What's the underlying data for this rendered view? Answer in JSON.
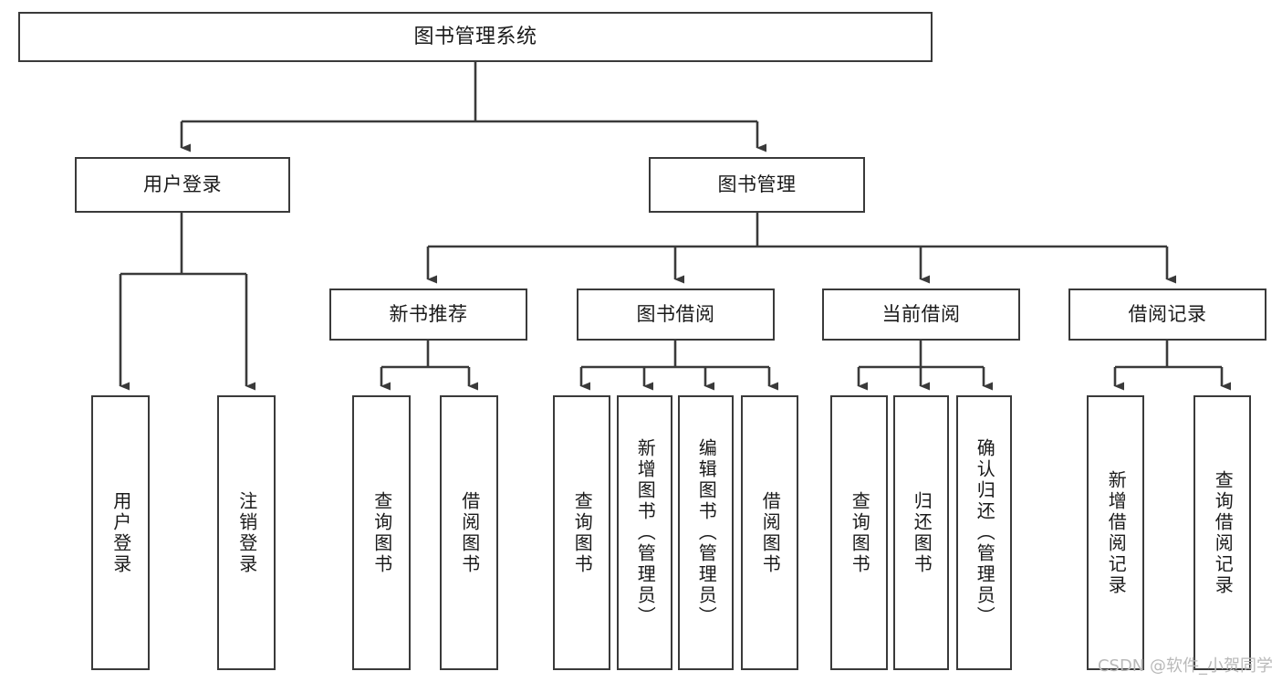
{
  "diagram": {
    "title": "图书管理系统",
    "type": "tree",
    "watermark": "CSDN @软件_小贺同学",
    "colors": {
      "box_border": "#3a3a3a",
      "box_fill": "#ffffff",
      "edge": "#3a3a3a",
      "text": "#1a1a1a",
      "watermark": "#b9b9b9",
      "background": "#ffffff"
    },
    "nodes": {
      "root": {
        "label": "图书管理系统",
        "level": 1,
        "orientation": "horizontal"
      },
      "l2_user_login": {
        "label": "用户登录",
        "level": 2,
        "orientation": "horizontal"
      },
      "l2_book_manage": {
        "label": "图书管理",
        "level": 2,
        "orientation": "horizontal"
      },
      "l3_new_book_rec": {
        "label": "新书推荐",
        "level": 3,
        "orientation": "horizontal"
      },
      "l3_book_borrow": {
        "label": "图书借阅",
        "level": 3,
        "orientation": "horizontal"
      },
      "l3_current_borrow": {
        "label": "当前借阅",
        "level": 3,
        "orientation": "horizontal"
      },
      "l3_borrow_record": {
        "label": "借阅记录",
        "level": 3,
        "orientation": "horizontal"
      },
      "l4_user_login": {
        "label": "用户登录",
        "level": 4,
        "orientation": "vertical"
      },
      "l4_user_logout": {
        "label": "注销登录",
        "level": 4,
        "orientation": "vertical"
      },
      "l4_rec_query": {
        "label": "查询图书",
        "level": 4,
        "orientation": "vertical"
      },
      "l4_rec_borrow": {
        "label": "借阅图书",
        "level": 4,
        "orientation": "vertical"
      },
      "l4_bb_query": {
        "label": "查询图书",
        "level": 4,
        "orientation": "vertical"
      },
      "l4_bb_add": {
        "label": "新增图书（管理员）",
        "level": 4,
        "orientation": "vertical"
      },
      "l4_bb_edit": {
        "label": "编辑图书（管理员）",
        "level": 4,
        "orientation": "vertical"
      },
      "l4_bb_borrow": {
        "label": "借阅图书",
        "level": 4,
        "orientation": "vertical"
      },
      "l4_cb_query": {
        "label": "查询图书",
        "level": 4,
        "orientation": "vertical"
      },
      "l4_cb_return": {
        "label": "归还图书",
        "level": 4,
        "orientation": "vertical"
      },
      "l4_cb_confirm": {
        "label": "确认归还（管理员）",
        "level": 4,
        "orientation": "vertical"
      },
      "l4_br_add": {
        "label": "新增借阅记录",
        "level": 4,
        "orientation": "vertical"
      },
      "l4_br_query": {
        "label": "查询借阅记录",
        "level": 4,
        "orientation": "vertical"
      }
    },
    "edges": [
      {
        "from": "root",
        "to": "l2_user_login"
      },
      {
        "from": "root",
        "to": "l2_book_manage"
      },
      {
        "from": "l2_user_login",
        "to": "l4_user_login"
      },
      {
        "from": "l2_user_login",
        "to": "l4_user_logout"
      },
      {
        "from": "l2_book_manage",
        "to": "l3_new_book_rec"
      },
      {
        "from": "l2_book_manage",
        "to": "l3_book_borrow"
      },
      {
        "from": "l2_book_manage",
        "to": "l3_current_borrow"
      },
      {
        "from": "l2_book_manage",
        "to": "l3_borrow_record"
      },
      {
        "from": "l3_new_book_rec",
        "to": "l4_rec_query"
      },
      {
        "from": "l3_new_book_rec",
        "to": "l4_rec_borrow"
      },
      {
        "from": "l3_book_borrow",
        "to": "l4_bb_query"
      },
      {
        "from": "l3_book_borrow",
        "to": "l4_bb_add"
      },
      {
        "from": "l3_book_borrow",
        "to": "l4_bb_edit"
      },
      {
        "from": "l3_book_borrow",
        "to": "l4_bb_borrow"
      },
      {
        "from": "l3_current_borrow",
        "to": "l4_cb_query"
      },
      {
        "from": "l3_current_borrow",
        "to": "l4_cb_return"
      },
      {
        "from": "l3_current_borrow",
        "to": "l4_cb_confirm"
      },
      {
        "from": "l3_borrow_record",
        "to": "l4_br_add"
      },
      {
        "from": "l3_borrow_record",
        "to": "l4_br_query"
      }
    ]
  }
}
